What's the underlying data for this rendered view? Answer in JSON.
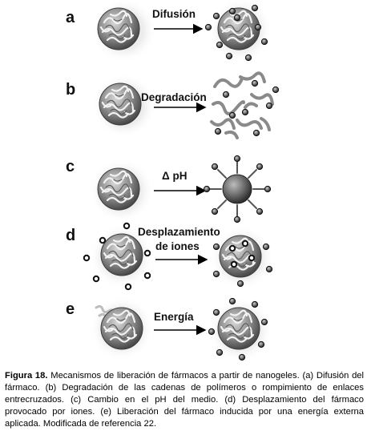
{
  "panels": [
    {
      "letter": "a",
      "label": "Difusión"
    },
    {
      "letter": "b",
      "label": "Degradación"
    },
    {
      "letter": "c",
      "label": "Δ pH"
    },
    {
      "letter": "d",
      "label_line1": "Desplazamiento",
      "label_line2": "de iones"
    },
    {
      "letter": "e",
      "label": "Energía"
    }
  ],
  "caption": {
    "label": "Figura 18.",
    "text": "Mecanismos de liberación de fármacos a partir de nanogeles. (a) Difusión del fármaco. (b) Degradación de las cadenas de polímeros o rompimiento de enlaces entrecruzados. (c) Cambio en el pH del medio. (d) Desplazamiento del fármaco provocado por iones. (e) Liberación del fármaco inducida por una energía externa aplicada. Modificada de referencia 22."
  }
}
